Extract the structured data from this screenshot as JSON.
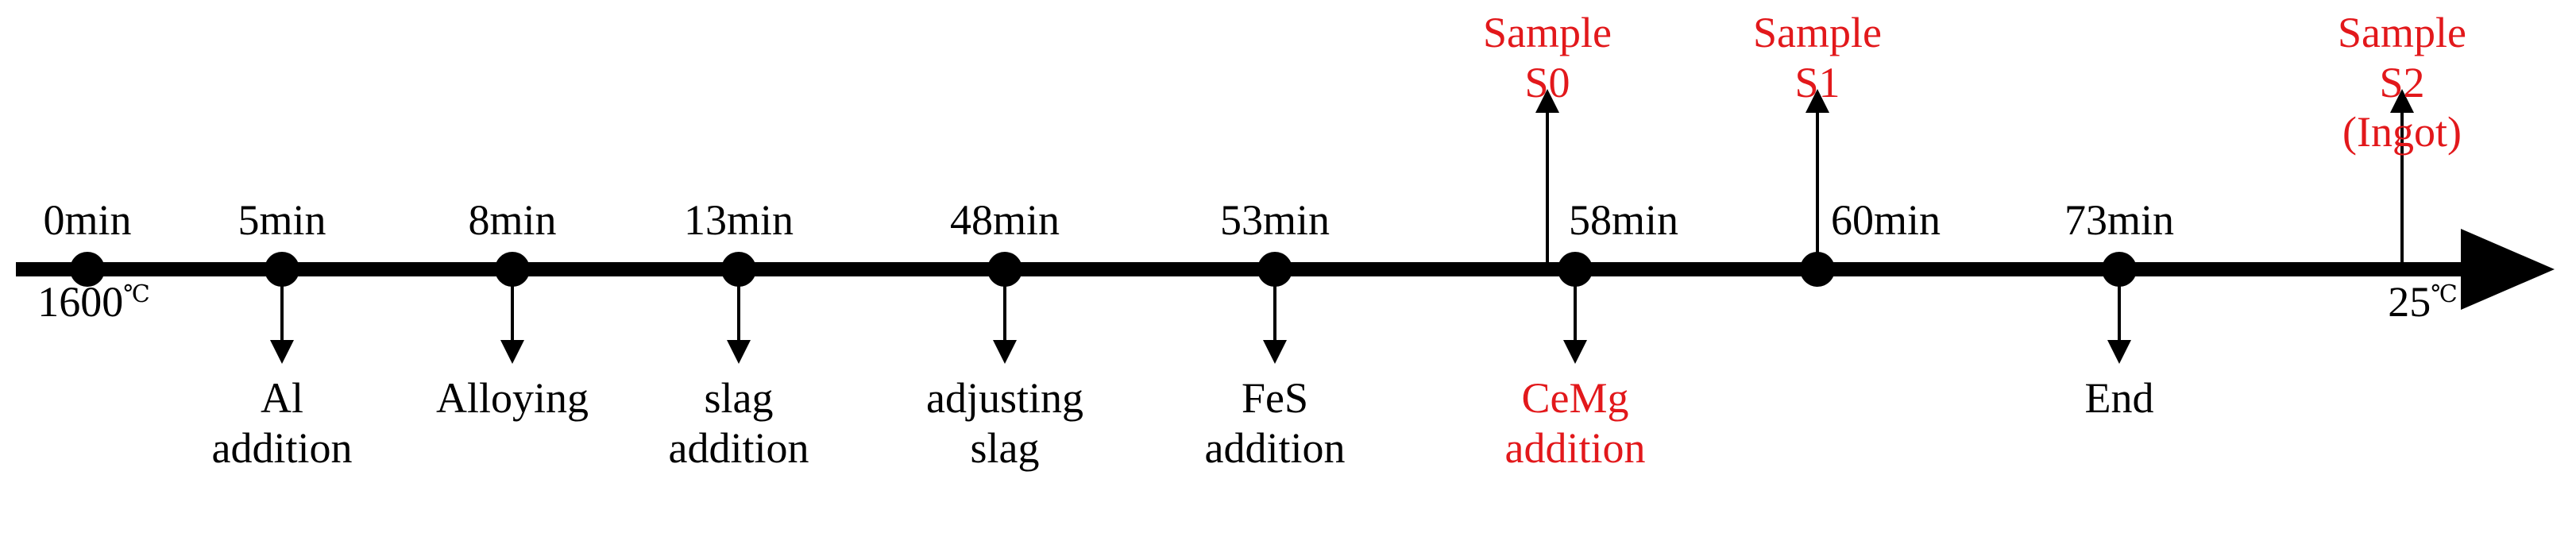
{
  "figure": {
    "type": "process-timeline",
    "orientation": "horizontal",
    "axis_start_temperature": "1600 ℃",
    "axis_end_temperature": "25 ℃",
    "accent_color": "#e2181b",
    "base_color": "#000000",
    "background": "#ffffff"
  },
  "axis": {
    "start_label": "1600",
    "start_unit": "℃",
    "end_label": "25",
    "end_unit": "℃"
  },
  "events": [
    {
      "time": "0min",
      "dot": true
    },
    {
      "time": "5min",
      "dot": true
    },
    {
      "time": "8min",
      "dot": true
    },
    {
      "time": "13min",
      "dot": true
    },
    {
      "time": "48min",
      "dot": true
    },
    {
      "time": "53min",
      "dot": true
    },
    {
      "time": "58min",
      "dot": true
    },
    {
      "time": "60min",
      "dot": true
    },
    {
      "time": "73min",
      "dot": true
    }
  ],
  "actions": [
    {
      "text": "Al\naddition",
      "color": "black",
      "at": "5min"
    },
    {
      "text": "Alloying",
      "color": "black",
      "at": "8min"
    },
    {
      "text": "slag\naddition",
      "color": "black",
      "at": "13min"
    },
    {
      "text": "adjusting\nslag",
      "color": "black",
      "at": "48min"
    },
    {
      "text": "FeS\naddition",
      "color": "black",
      "at": "53min"
    },
    {
      "text": "CeMg\naddition",
      "color": "red",
      "at": "58min"
    },
    {
      "text": "End",
      "color": "black",
      "at": "73min"
    }
  ],
  "samples": [
    {
      "text": "Sample\nS0",
      "at": "58min"
    },
    {
      "text": "Sample\nS1",
      "at": "60min"
    },
    {
      "text": "Sample\nS2 (Ingot)",
      "at": "end"
    }
  ]
}
